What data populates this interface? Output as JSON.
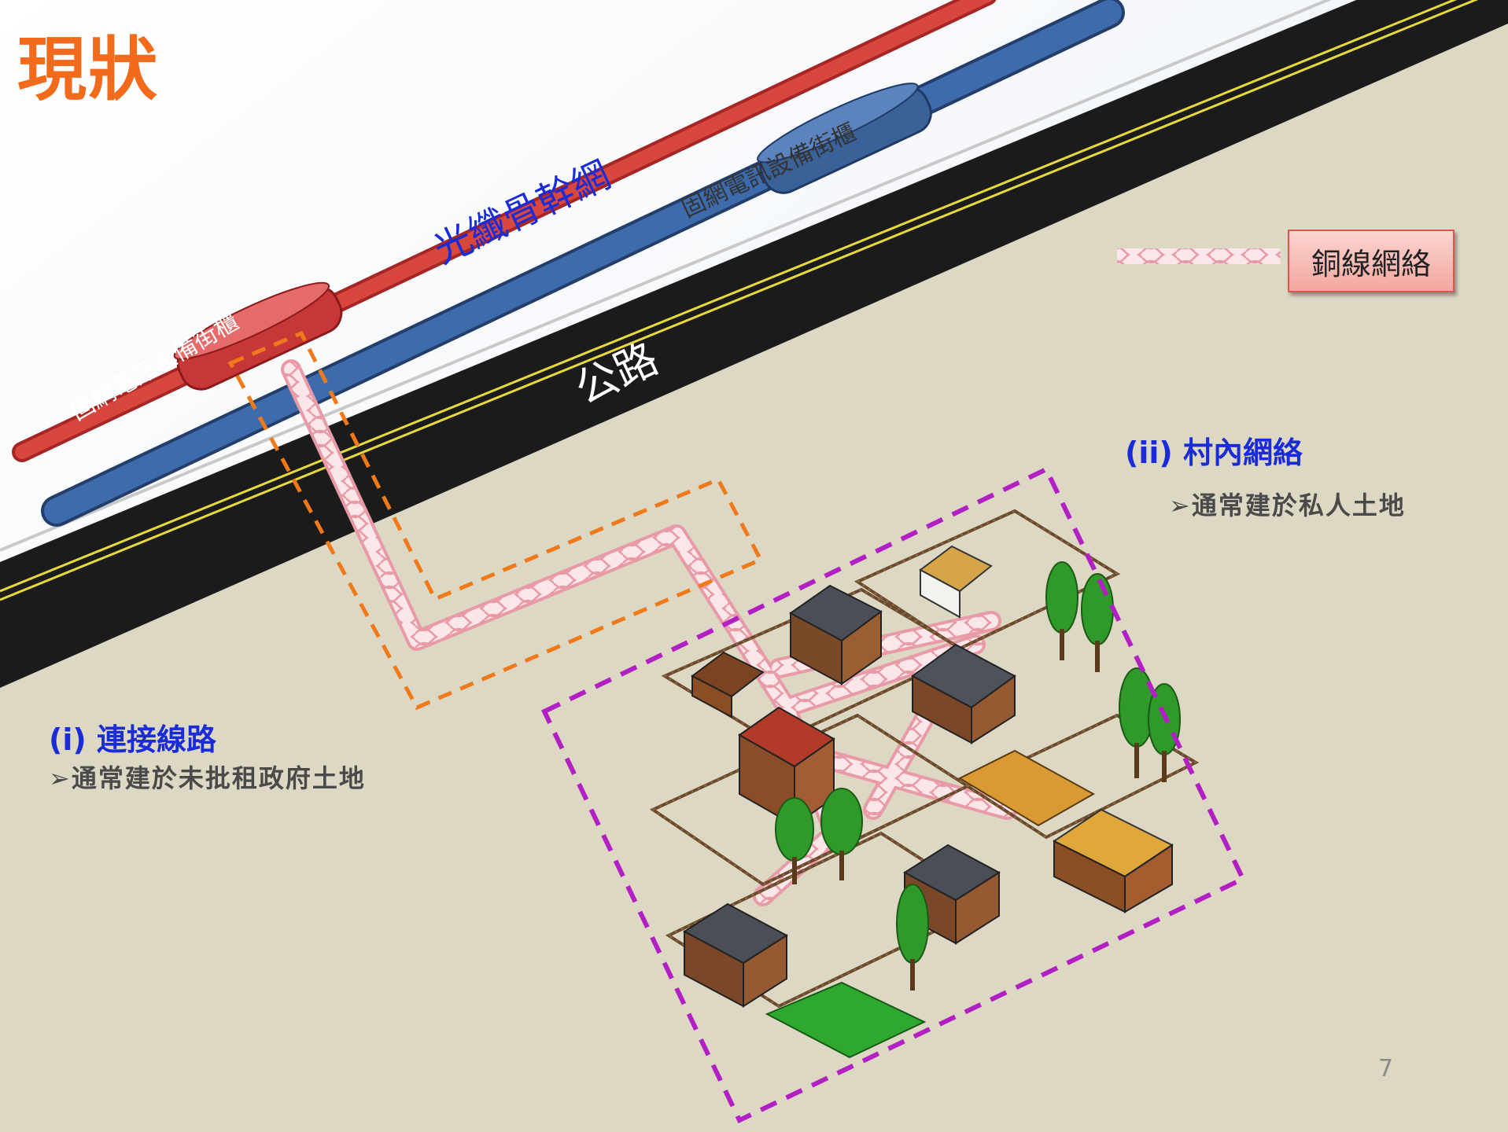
{
  "slide": {
    "title": "現狀",
    "page_number": "7"
  },
  "labels": {
    "cabinet_left": "固網電訊設備街櫃",
    "cabinet_right": "固網電訊設備街櫃",
    "backbone": "光纖骨幹網",
    "road": "公路"
  },
  "legend": {
    "copper_network": "銅線網絡"
  },
  "sections": {
    "connection": {
      "title": "(i) 連接線路",
      "desc": "通常建於未批租政府土地"
    },
    "village": {
      "title": "(ii) 村內網絡",
      "desc": "通常建於私人土地"
    }
  },
  "colors": {
    "title": "#f26b1d",
    "fiber_red": "#d23a3a",
    "pipe_blue": "#3b68a8",
    "road": "#1b1b1b",
    "ground": "#ddd8c4",
    "orange_dash": "#f07a1a",
    "magenta_dash": "#b21fc2",
    "section_blue": "#1a2bd8"
  }
}
